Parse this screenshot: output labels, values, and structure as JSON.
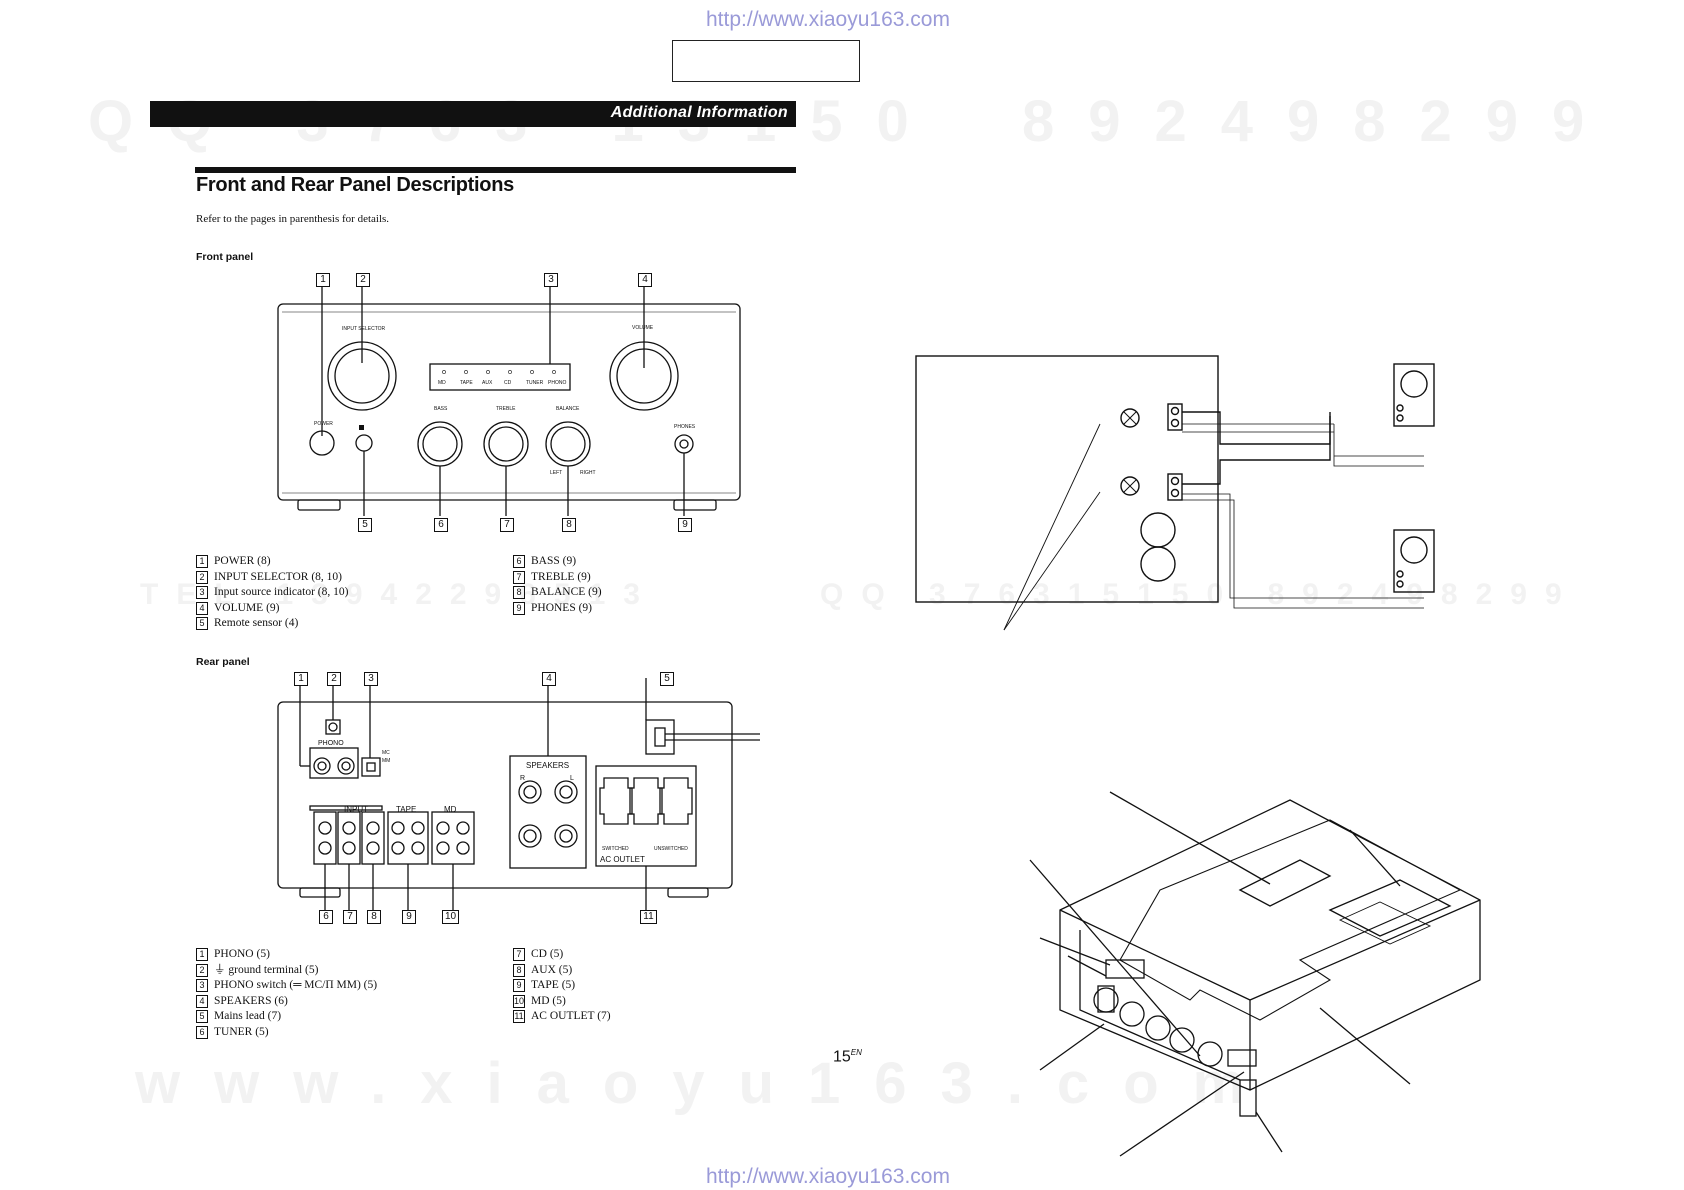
{
  "urls": {
    "top": "http://www.xiaoyu163.com",
    "bottom": "http://www.xiaoyu163.com"
  },
  "watermarks": {
    "row1_left": "QQ 3763 13150",
    "row1_right": "892498299",
    "row2": "TEL 13942296513",
    "row2_right": "QQ 376315150 892498299",
    "row3": "www.xiaoyu163.com"
  },
  "header": {
    "section": "Additional Information"
  },
  "page": {
    "title": "Front and Rear Panel Descriptions",
    "intro": "Refer to the pages in parenthesis for details.",
    "number": "15",
    "number_suffix": "EN"
  },
  "front_panel": {
    "heading": "Front panel",
    "labels": {
      "input_selector": "INPUT SELECTOR",
      "volume": "VOLUME",
      "power": "POWER",
      "bass": "BASS",
      "treble": "TREBLE",
      "balance": "BALANCE",
      "phones": "PHONES",
      "left": "LEFT",
      "right": "RIGHT"
    },
    "indicators": [
      "MD",
      "TAPE",
      "AUX",
      "CD",
      "TUNER",
      "PHONO"
    ],
    "legend_left": [
      {
        "n": "1",
        "text": "POWER (8)"
      },
      {
        "n": "2",
        "text": "INPUT SELECTOR (8, 10)"
      },
      {
        "n": "3",
        "text": "Input source indicator (8, 10)"
      },
      {
        "n": "4",
        "text": "VOLUME (9)"
      },
      {
        "n": "5",
        "text": "Remote sensor (4)"
      }
    ],
    "legend_right": [
      {
        "n": "6",
        "text": "BASS (9)"
      },
      {
        "n": "7",
        "text": "TREBLE (9)"
      },
      {
        "n": "8",
        "text": "BALANCE (9)"
      },
      {
        "n": "9",
        "text": "PHONES (9)"
      }
    ]
  },
  "rear_panel": {
    "heading": "Rear panel",
    "labels": {
      "phono": "PHONO",
      "input": "INPUT",
      "tape": "TAPE",
      "md": "MD",
      "speakers": "SPEAKERS",
      "ac_outlet": "AC OUTLET",
      "switched": "SWITCHED",
      "unswitched": "UNSWITCHED",
      "mc": "MC",
      "mm": "MM",
      "r": "R",
      "l": "L"
    },
    "legend_left": [
      {
        "n": "1",
        "text": "PHONO (5)"
      },
      {
        "n": "2",
        "text": "⏚ ground terminal (5)"
      },
      {
        "n": "3",
        "text": "PHONO switch (═ MC/Π MM) (5)"
      },
      {
        "n": "4",
        "text": "SPEAKERS (6)"
      },
      {
        "n": "5",
        "text": "Mains lead (7)"
      },
      {
        "n": "6",
        "text": "TUNER (5)"
      }
    ],
    "legend_right": [
      {
        "n": "7",
        "text": "CD (5)"
      },
      {
        "n": "8",
        "text": "AUX (5)"
      },
      {
        "n": "9",
        "text": "TAPE (5)"
      },
      {
        "n": "10",
        "text": "MD (5)"
      },
      {
        "n": "11",
        "text": "AC OUTLET (7)"
      }
    ]
  }
}
